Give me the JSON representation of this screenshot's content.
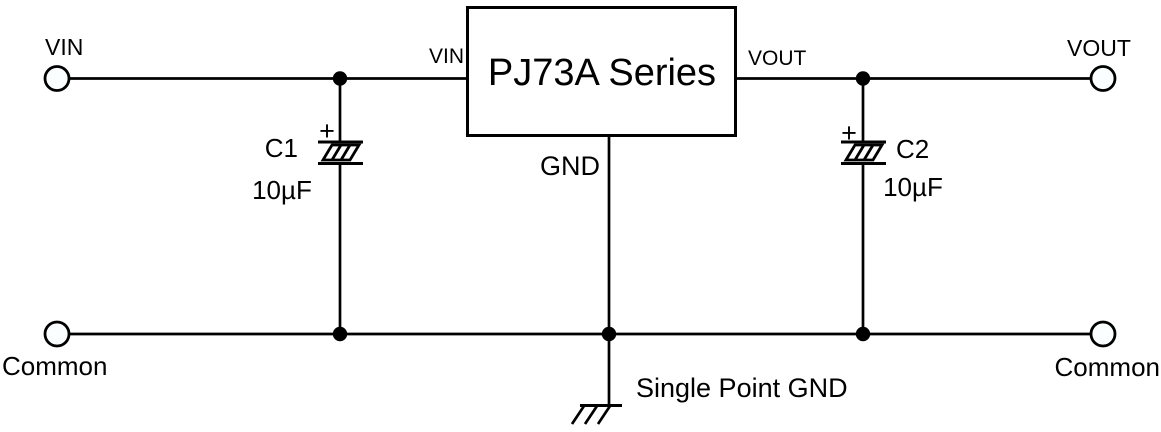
{
  "device": {
    "title": "PJ73A Series",
    "pin_vin": "VIN",
    "pin_vout": "VOUT",
    "pin_gnd": "GND"
  },
  "terminals": {
    "vin": "VIN",
    "vout": "VOUT",
    "common_left": "Common",
    "common_right": "Common"
  },
  "capacitors": {
    "c1": {
      "ref": "C1",
      "value": "10µF",
      "polarity": "+"
    },
    "c2": {
      "ref": "C2",
      "value": "10µF",
      "polarity": "+"
    }
  },
  "ground": {
    "label": "Single Point GND"
  },
  "colors": {
    "line": "#000000",
    "background": "#ffffff",
    "terminal_fill": "#fbfeff"
  }
}
